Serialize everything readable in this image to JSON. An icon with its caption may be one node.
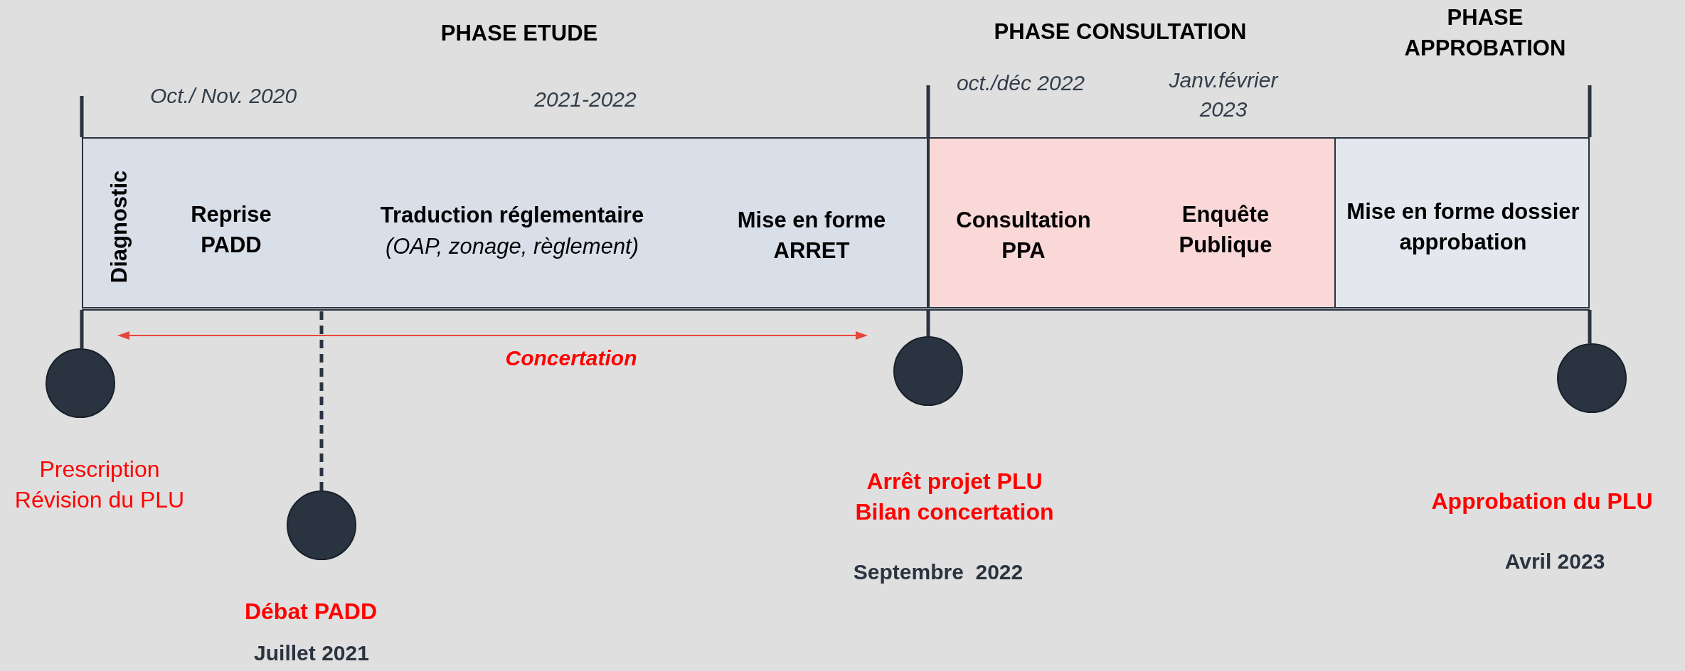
{
  "diagram": {
    "nodes": [
      {
        "text": [
          "Diagnostic",
          "Reprise PADD",
          "Traduction réglementaire",
          "(OAP, zonage, règlement)",
          "Mise en forme ARRET"
        ]
      },
      {
        "text": [
          "Consultation PPA",
          "Enquête Publique"
        ]
      },
      {
        "text": [
          "Mise en forme dossier approbation"
        ]
      },
      {
        "text": [],
        "shape": "circle",
        "beside": [
          "Prescription Révision du PLU"
        ]
      },
      {
        "text": [],
        "shape": "circle",
        "beside": [
          "Débat PADD",
          "Juillet 2021"
        ]
      },
      {
        "text": [],
        "shape": "circle",
        "beside": [
          "Arrêt projet PLU Bilan concertation",
          "Septembre  2022"
        ]
      },
      {
        "text": [],
        "shape": "circle",
        "beside": [
          "Approbation du PLU",
          "Avril 2023"
        ]
      }
    ],
    "edges": [
      {
        "from": 3,
        "to": 0,
        "arrow": "none"
      },
      {
        "from": 4,
        "to": 0,
        "arrow": "none",
        "style": "dashed"
      },
      {
        "from": 5,
        "to": 1,
        "arrow": "none"
      },
      {
        "from": 6,
        "to": 2,
        "arrow": "none"
      }
    ],
    "labels": [
      "PHASE ETUDE",
      "PHASE CONSULTATION",
      "PHASE APPROBATION",
      "Oct./ Nov. 2020",
      "2021-2022",
      "oct./déc 2022",
      "Janv.février 2023",
      "Concertation"
    ]
  }
}
